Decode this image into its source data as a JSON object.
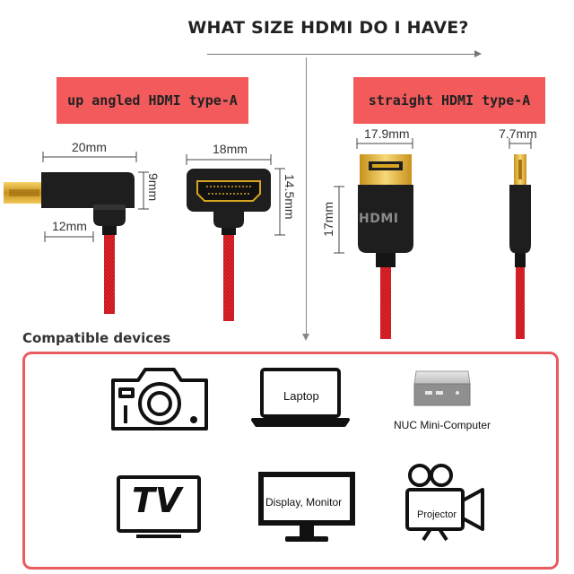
{
  "header": {
    "title": "WHAT SIZE HDMI DO I HAVE?"
  },
  "sections": {
    "left_label": "up angled HDMI type-A",
    "right_label": "straight HDMI type-A"
  },
  "dimensions": {
    "angled_width": "20mm",
    "angled_height": "9mm",
    "angled_depth": "12mm",
    "face_width": "18mm",
    "face_height": "14.5mm",
    "straight_width": "17.9mm",
    "straight_height": "17mm",
    "straight_thickness": "7.7mm"
  },
  "plug_logo": "HDMI",
  "devices": {
    "title": "Compatible devices",
    "laptop": "Laptop",
    "nuc": "NUC Mini-Computer",
    "tv": "TV",
    "monitor": "Display, Monitor",
    "projector": "Projector"
  },
  "colors": {
    "accent_red": "#f25a5c",
    "cable_red": "#e0242a",
    "gold": "#d8a520",
    "plug_black": "#1e1e1e"
  }
}
